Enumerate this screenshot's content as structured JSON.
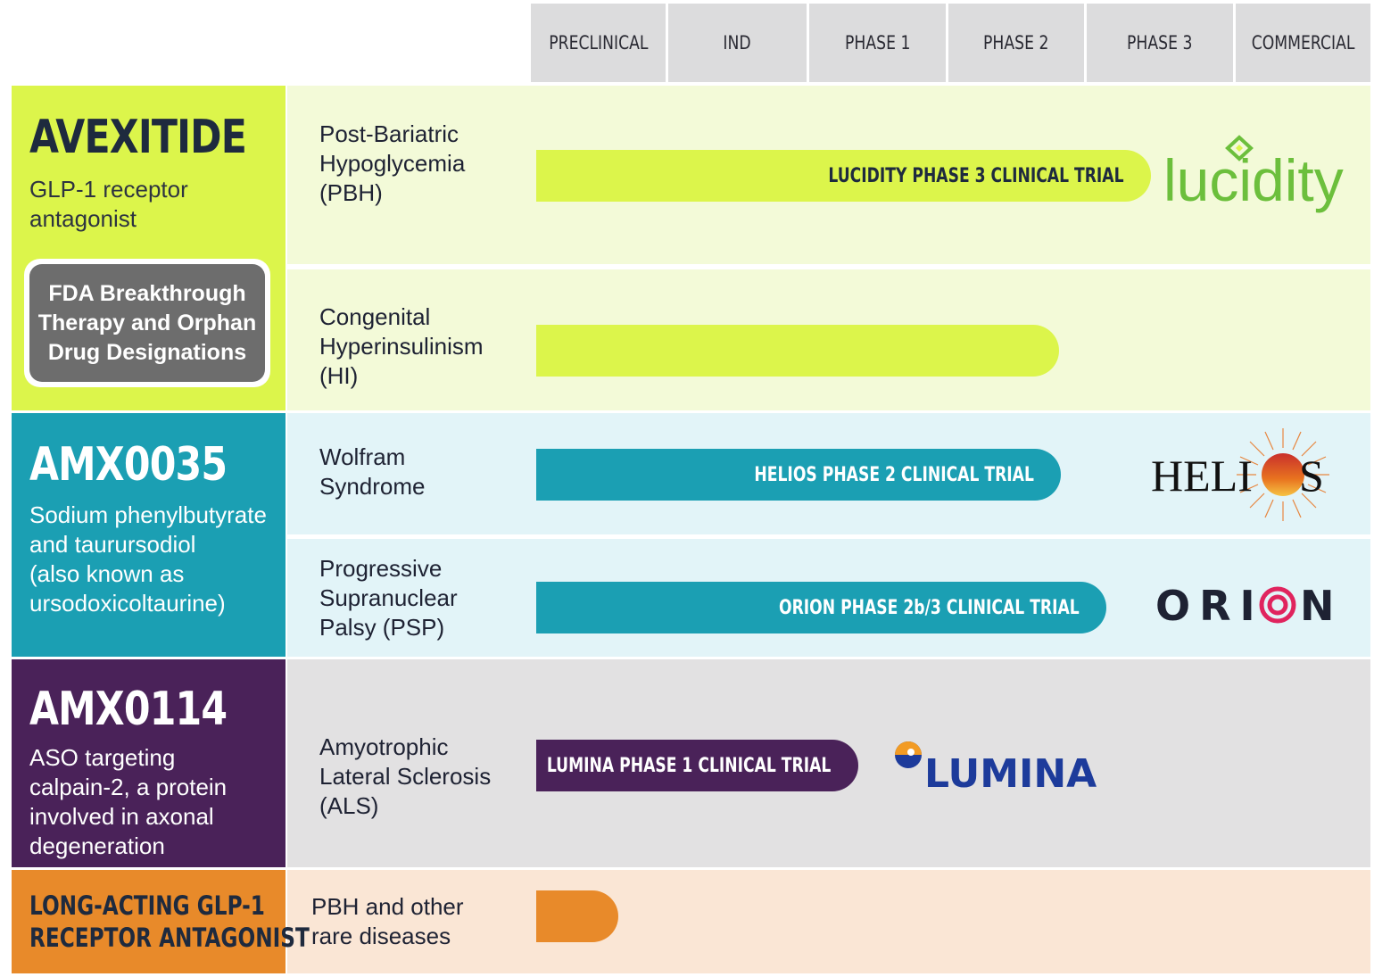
{
  "phases": [
    "PRECLINICAL",
    "IND",
    "PHASE 1",
    "PHASE 2",
    "PHASE 3",
    "COMMERCIAL"
  ],
  "programs": [
    {
      "drug": "AVEXITIDE",
      "description": [
        "GLP-1 receptor",
        "antagonist"
      ],
      "badge": [
        "FDA Breakthrough",
        "Therapy and Orphan",
        "Drug Designations"
      ],
      "color": "#dcf54b",
      "band_color": "#f3fad8",
      "indications": [
        {
          "name": [
            "Post-Bariatric",
            "Hypoglycemia",
            "(PBH)"
          ],
          "trial": "LUCIDITY PHASE 3 CLINICAL TRIAL",
          "stage_end": 4.43,
          "logo": "lucidity"
        },
        {
          "name": [
            "Congenital",
            "Hyperinsulinism",
            "(HI)"
          ],
          "trial": "",
          "stage_end": 3.8,
          "logo": ""
        }
      ]
    },
    {
      "drug": "AMX0035",
      "description": [
        "Sodium phenylbutyrate",
        "and taurursodiol",
        "(also known as",
        "ursodoxicoltaurine)"
      ],
      "color": "#1b9fb3",
      "band_color": "#e2f4f8",
      "indications": [
        {
          "name": [
            "Wolfram",
            "Syndrome"
          ],
          "trial": "HELIOS PHASE 2 CLINICAL TRIAL",
          "stage_end": 3.81,
          "logo": "HELIOS"
        },
        {
          "name": [
            "Progressive",
            "Supranuclear",
            "Palsy (PSP)"
          ],
          "trial": "ORION PHASE 2b/3 CLINICAL TRIAL",
          "stage_end": 4.13,
          "logo": "ORION"
        }
      ]
    },
    {
      "drug": "AMX0114",
      "description": [
        "ASO targeting",
        "calpain-2, a protein",
        "involved in axonal",
        "degeneration"
      ],
      "color": "#4a2259",
      "band_color": "#e2e1e2",
      "indications": [
        {
          "name": [
            "Amyotrophic",
            "Lateral Sclerosis",
            "(ALS)"
          ],
          "trial": "LUMINA PHASE 1 CLINICAL TRIAL",
          "stage_end": 2.35,
          "logo": "LUMINA"
        }
      ]
    },
    {
      "drug": [
        "LONG-ACTING GLP-1",
        "RECEPTOR ANTAGONIST"
      ],
      "color": "#e88a2a",
      "band_color": "#fae6d5",
      "indications": [
        {
          "name": [
            "PBH and other",
            "rare diseases"
          ],
          "trial": "",
          "stage_end": 0.62,
          "logo": ""
        }
      ]
    }
  ],
  "colors": {
    "dark_text": "#1e2a3e",
    "header_bg": "#dcdcdd",
    "badge_bg": "#6d6d6d",
    "lucidity_green": "#6cbf3c",
    "helios_orange": "#e8731f",
    "orion_navy": "#1e2233",
    "orion_red": "#e0245e",
    "lumina_blue": "#1d3b9b",
    "lumina_orange": "#f29b24"
  }
}
